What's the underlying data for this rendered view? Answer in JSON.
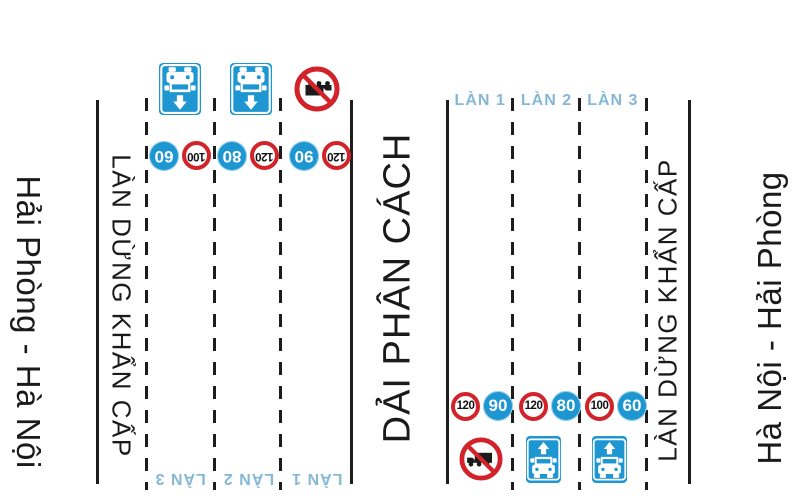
{
  "colors": {
    "sign_blue": "#1e96d2",
    "sign_red": "#d2222a",
    "line_black": "#1d1d1b",
    "lane_label_blue": "#85b7d6",
    "text_black": "#1a1a1a"
  },
  "left_roadway": {
    "route_label": "Hải Phòng - Hà Nội",
    "emergency_lane_label": "LÀN DỪNG KHẨN CẤP",
    "lane_labels": [
      "LÀN 1",
      "LÀN 2",
      "LÀN 3"
    ],
    "lanes": [
      {
        "label": "LÀN 1",
        "max_speed": "120",
        "min_speed": "90",
        "vehicle_sign": "no-trucks"
      },
      {
        "label": "LÀN 2",
        "max_speed": "120",
        "min_speed": "80",
        "vehicle_sign": "car-lane"
      },
      {
        "label": "LÀN 3",
        "max_speed": "100",
        "min_speed": "60",
        "vehicle_sign": "car-lane"
      }
    ]
  },
  "median": {
    "label": "DẢI PHÂN CÁCH"
  },
  "right_roadway": {
    "route_label": "Hà Nội - Hải Phòng",
    "emergency_lane_label": "LÀN DỪNG KHẨN CẤP",
    "lane_labels": [
      "LÀN 1",
      "LÀN 2",
      "LÀN 3"
    ],
    "lanes": [
      {
        "label": "LÀN 1",
        "max_speed": "120",
        "min_speed": "90",
        "vehicle_sign": "no-trucks"
      },
      {
        "label": "LÀN 2",
        "max_speed": "120",
        "min_speed": "80",
        "vehicle_sign": "car-lane"
      },
      {
        "label": "LÀN 3",
        "max_speed": "100",
        "min_speed": "60",
        "vehicle_sign": "car-lane"
      }
    ]
  }
}
